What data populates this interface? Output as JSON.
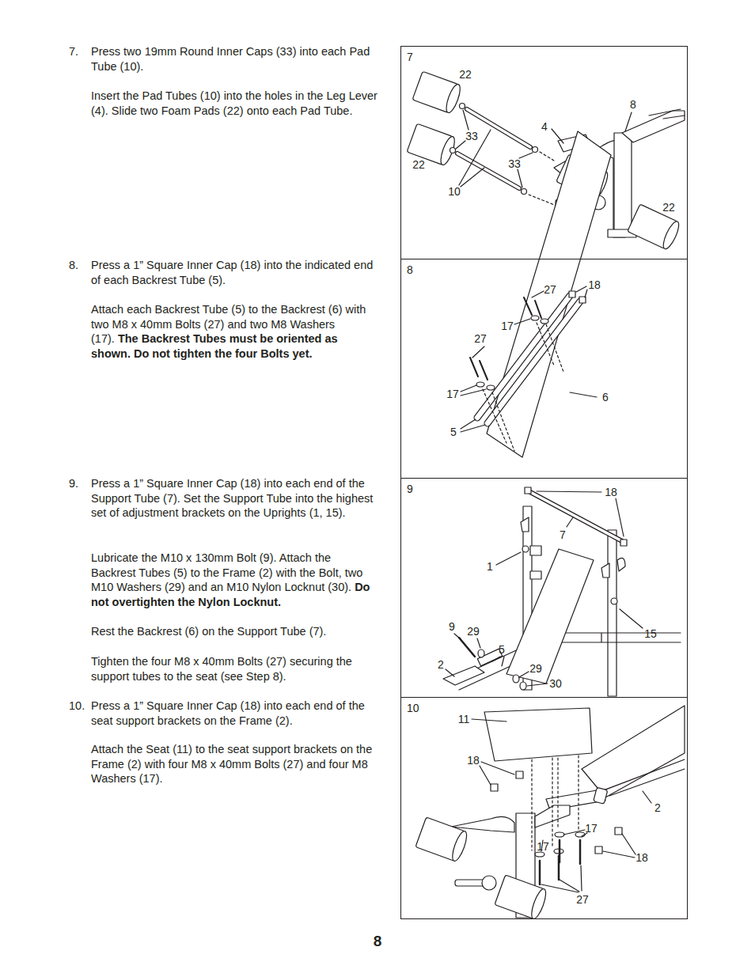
{
  "diagram": {
    "nodes": [
      {
        "text": [
          "7"
        ]
      },
      {
        "text": [
          "8"
        ]
      },
      {
        "text": [
          "9"
        ]
      },
      {
        "text": [
          "10"
        ]
      }
    ],
    "labels": [
      "7.",
      "Press two 19mm Round Inner Caps (33) into each Pad Tube (10).",
      "Insert the Pad Tubes (10) into the holes in the Leg Lever (4). Slide two Foam Pads (22) onto each Pad Tube.",
      "8.",
      "Press a 1” Square Inner Cap (18) into the indicated end of each Backrest Tube (5).",
      "Attach each Backrest Tube (5) to the Backrest (6) with two M8 x 40mm Bolts (27) and two M8 Washers (17).",
      "The Backrest Tubes must be oriented as shown. Do not tighten the four Bolts yet.",
      "9.",
      "Press a 1” Square Inner Cap (18) into each end of the Support Tube (7). Set the Support Tube into the highest set of adjustment brackets on the Uprights (1, 15).",
      "Lubricate the M10 x 130mm Bolt (9). Attach the Backrest Tubes (5) to the Frame (2) with the Bolt, two M10 Washers (29) and an M10 Nylon Locknut (30).",
      "Do not overtighten the Nylon Locknut.",
      "Rest the Backrest (6) on the Support Tube (7).",
      "Tighten the four M8 x 40mm Bolts (27) securing the support tubes to the seat (see Step 8).",
      "10.",
      "Press a 1” Square Inner Cap (18) into each end of the seat support brackets on the Frame (2).",
      "Attach the Seat (11) to the seat support brackets on the Frame (2) with four M8 x 40mm Bolts (27) and four M8 Washers (17).",
      "8",
      "22",
      "8",
      "4",
      "33",
      "22",
      "33",
      "10",
      "22",
      "27",
      "18",
      "17",
      "27",
      "17",
      "6",
      "5",
      "18",
      "7",
      "1",
      "15",
      "9",
      "29",
      "5",
      "2",
      "29",
      "30",
      "11",
      "18",
      "2",
      "17",
      "17",
      "18",
      "27"
    ]
  }
}
